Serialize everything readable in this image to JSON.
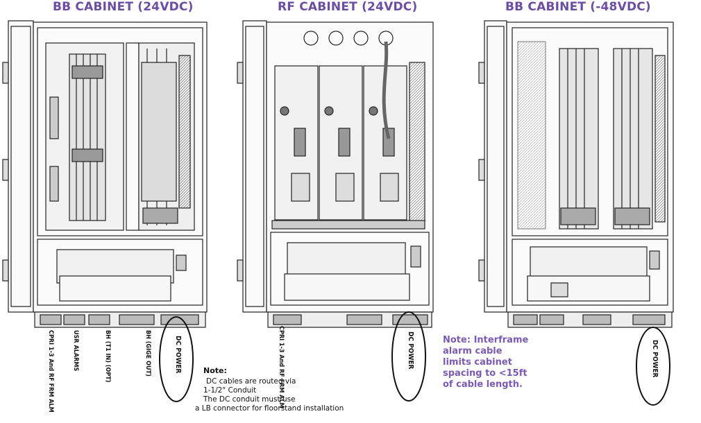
{
  "cabinets": [
    {
      "title": "BB CABINET (24VDC)"
    },
    {
      "title": "RF CABINET (24VDC)"
    },
    {
      "title": "BB CABINET (-48VDC)"
    }
  ],
  "port_labels": {
    "bb24": {
      "cpri": "CPRI 1-3 And RF FRM ALM",
      "usr_alarms": "USR ALARMS",
      "bh_t1": "BH (T1 IN) (OPT)",
      "bh_gige": "BH (GIGE OUT)",
      "dc_power": "DC POWER"
    },
    "rf24": {
      "cpri": "CPRI 1-3 And RF FRM ALM",
      "dc_power": "DC POWER"
    },
    "bb48": {
      "dc_power": "DC POWER"
    }
  },
  "note_dc": {
    "heading": "Note:",
    "lines": [
      "DC cables are routed via",
      "1-1/2\" Conduit",
      "The DC conduit must use",
      "a LB connector for floorstand installation"
    ]
  },
  "note_interframe": {
    "lines": [
      "Note: Interframe",
      "alarm cable",
      "limits cabinet",
      "spacing to <15ft",
      "of cable length."
    ]
  },
  "colors": {
    "title": "#6b4ea3",
    "note_interframe": "#7a5bb3",
    "line": "#222222",
    "panel": "#f4f4f4"
  }
}
